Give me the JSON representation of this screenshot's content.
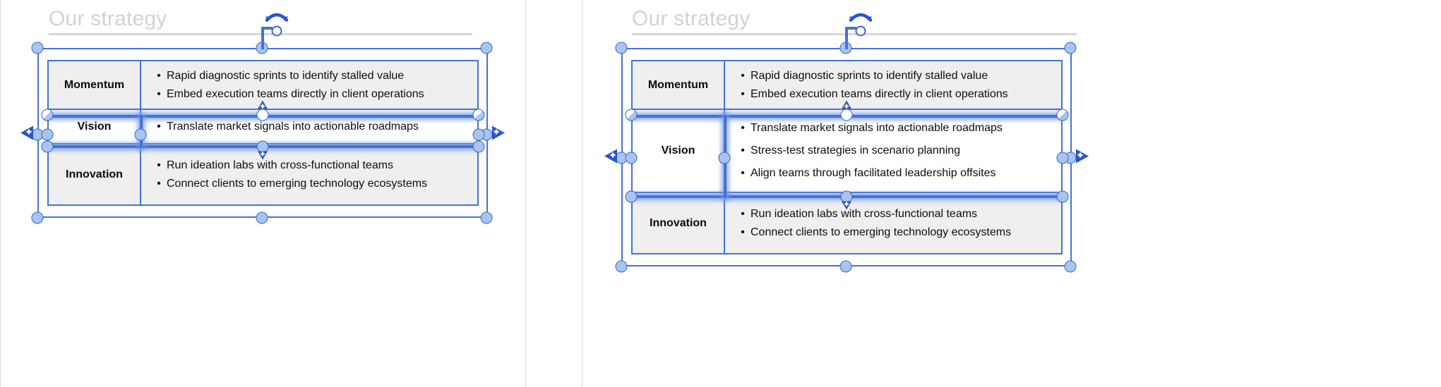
{
  "meta": {
    "accent_blue": "#4472d8",
    "handle_fill": "#a8c4f0",
    "cell_gray": "#efefef",
    "selected_cell": "#ffffff",
    "title_gray": "#d2d2d2",
    "panel_border": "#d8d8d8"
  },
  "panels": [
    {
      "id": "before",
      "slide_title": "Our strategy",
      "table": {
        "rows": [
          {
            "label": "Momentum",
            "selected": false,
            "bullets": [
              "Rapid diagnostic sprints to identify stalled value",
              "Embed execution teams directly in client operations"
            ]
          },
          {
            "label": "Vision",
            "selected": true,
            "bullets": [
              "Translate market signals into actionable roadmaps"
            ]
          },
          {
            "label": "Innovation",
            "selected": false,
            "bullets": [
              "Run ideation labs with cross-functional teams",
              "Connect clients to emerging technology ecosystems"
            ]
          }
        ]
      },
      "controls": {
        "rotate_handle": "rotate-handle",
        "insert_left": "insert-row-left-marker",
        "insert_right": "insert-row-right-marker",
        "resize_up": "resize-up-marker",
        "resize_down": "resize-down-marker",
        "bullet_glyph": "•"
      }
    },
    {
      "id": "after",
      "slide_title": "Our strategy",
      "table": {
        "rows": [
          {
            "label": "Momentum",
            "selected": false,
            "bullets": [
              "Rapid diagnostic sprints to identify stalled value",
              "Embed execution teams directly in client operations"
            ]
          },
          {
            "label": "Vision",
            "selected": true,
            "bullets": [
              "Translate market signals into actionable roadmaps",
              "Stress-test strategies in scenario planning",
              "Align teams through facilitated leadership offsites"
            ]
          },
          {
            "label": "Innovation",
            "selected": false,
            "bullets": [
              "Run ideation labs with cross-functional teams",
              "Connect clients to emerging technology ecosystems"
            ]
          }
        ]
      },
      "controls": {
        "rotate_handle": "rotate-handle",
        "insert_left": "insert-row-left-marker",
        "insert_right": "insert-row-right-marker",
        "resize_up": "resize-up-marker",
        "resize_down": "resize-down-marker",
        "bullet_glyph": "•"
      }
    }
  ]
}
